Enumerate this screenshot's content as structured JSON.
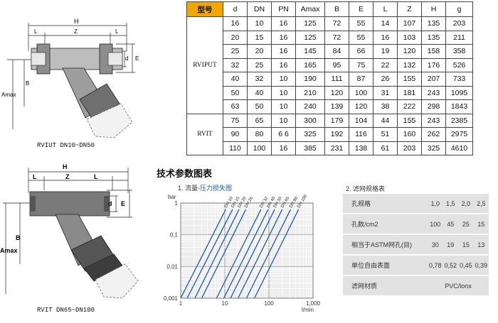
{
  "drawing_top": {
    "dim_labels": [
      "H",
      "L",
      "Z",
      "L",
      "E",
      "d",
      "B",
      "Amax"
    ],
    "caption": "RVIUT DN10~DN50"
  },
  "drawing_bottom": {
    "dim_labels": [
      "H",
      "L",
      "Z",
      "L",
      "d",
      "E",
      "B",
      "Amax"
    ],
    "caption": "RVIT DN65~DN100"
  },
  "spec_table": {
    "headers": [
      "型号",
      "d",
      "DN",
      "PN",
      "Amax",
      "B",
      "E",
      "L",
      "Z",
      "H",
      "g"
    ],
    "groups": [
      {
        "type": "RVIPUT",
        "rows": [
          [
            "16",
            "10",
            "16",
            "125",
            "72",
            "55",
            "14",
            "107",
            "135",
            "203"
          ],
          [
            "20",
            "15",
            "16",
            "125",
            "72",
            "55",
            "16",
            "103",
            "135",
            "211"
          ],
          [
            "25",
            "20",
            "16",
            "145",
            "84",
            "66",
            "19",
            "120",
            "158",
            "358"
          ],
          [
            "32",
            "25",
            "16",
            "165",
            "95",
            "75",
            "22",
            "132",
            "176",
            "526"
          ],
          [
            "40",
            "32",
            "10",
            "190",
            "111",
            "87",
            "26",
            "155",
            "207",
            "733"
          ],
          [
            "50",
            "40",
            "10",
            "210",
            "120",
            "100",
            "31",
            "181",
            "243",
            "1095"
          ],
          [
            "63",
            "50",
            "10",
            "240",
            "139",
            "120",
            "38",
            "222",
            "298",
            "1843"
          ]
        ]
      },
      {
        "type": "RVIT",
        "rows": [
          [
            "75",
            "65",
            "10",
            "300",
            "179",
            "104",
            "44",
            "155",
            "243",
            "2385"
          ],
          [
            "90",
            "80",
            "6 6",
            "325",
            "192",
            "116",
            "51",
            "160",
            "262",
            "2975"
          ],
          [
            "110",
            "100",
            "16",
            "385",
            "231",
            "138",
            "61",
            "203",
            "325",
            "4610"
          ]
        ]
      }
    ]
  },
  "section_title": "技术参数图表",
  "chart_data": {
    "type": "line",
    "title_prefix": "1.",
    "title_part1": "流量-",
    "title_part2": "压力损失图",
    "x_unit": "l/min",
    "y_unit": "bar",
    "x_scale": "log",
    "y_scale": "log",
    "xlim": [
      1,
      1000
    ],
    "ylim": [
      0.001,
      1
    ],
    "x_ticks": [
      "1",
      "10",
      "100",
      "1,000"
    ],
    "y_ticks": [
      "1",
      "0,1",
      "0,01",
      "0,001"
    ],
    "grid": true,
    "line_color": "#1a5aa8",
    "series": [
      {
        "name": "DN 10",
        "x": [
          1.0,
          10.5
        ]
      },
      {
        "name": "DN 15",
        "x": [
          1.4,
          15.0
        ]
      },
      {
        "name": "DN 20",
        "x": [
          2.1,
          21.0
        ]
      },
      {
        "name": "DN 25",
        "x": [
          3.0,
          30.0
        ]
      },
      {
        "name": "DN 32",
        "x": [
          6.5,
          66.0
        ]
      },
      {
        "name": "DN 40",
        "x": [
          9.5,
          96.0
        ]
      },
      {
        "name": "DN 50",
        "x": [
          13.5,
          135.0
        ]
      },
      {
        "name": "DN 65",
        "x": [
          20.0,
          200.0
        ]
      },
      {
        "name": "DN 80",
        "x": [
          31.0,
          310.0
        ]
      },
      {
        "name": "DN 100",
        "x": [
          47.0,
          470.0
        ]
      }
    ],
    "series_y": [
      0.001,
      0.63
    ]
  },
  "filter_table": {
    "title": "2. 滤网规格表",
    "rows": [
      {
        "label": "孔规格",
        "values": [
          "1,0",
          "1,5",
          "2,0",
          "2,5"
        ]
      },
      {
        "label": "孔数/cm2",
        "values": [
          "100",
          "45",
          "25",
          "15"
        ]
      },
      {
        "label": "相当于ASTM网孔(目)",
        "values": [
          "30",
          "19",
          "15",
          "13"
        ]
      },
      {
        "label": "单位自由表面",
        "values": [
          "0,78",
          "0,52",
          "0,45",
          "0,39"
        ]
      },
      {
        "label": "滤网材质",
        "merged": "PVC/lonx"
      }
    ]
  },
  "colors": {
    "header_accent": "#f0a800",
    "chart_line": "#1a5aa8",
    "filter_bg": "#e2e2e2"
  }
}
